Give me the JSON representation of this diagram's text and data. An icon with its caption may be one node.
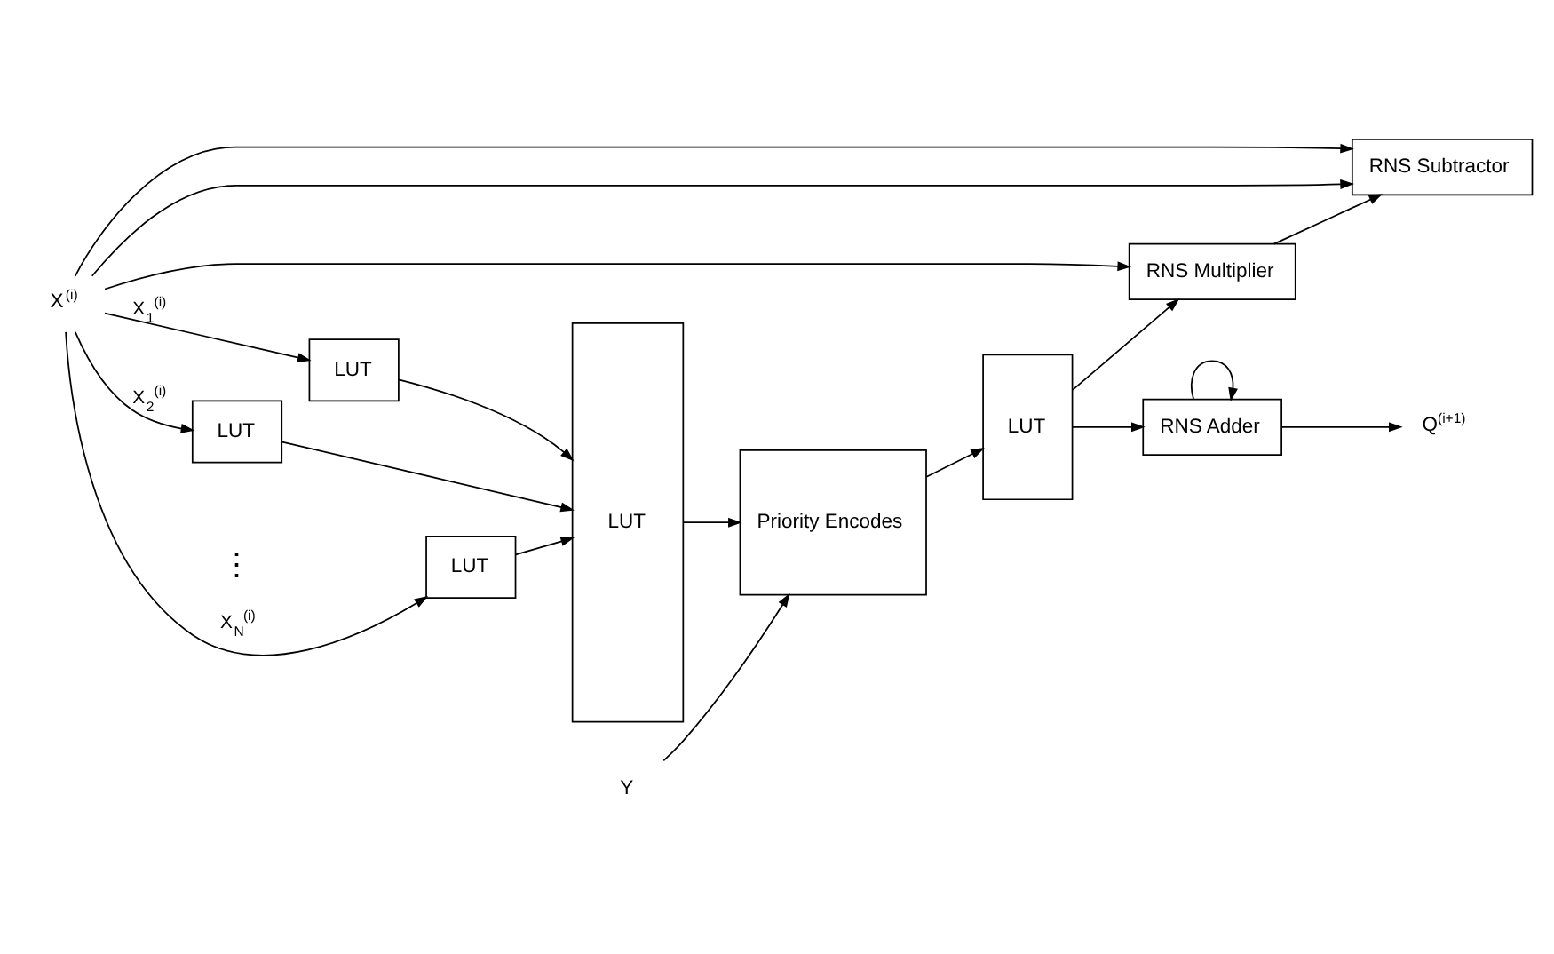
{
  "diagram": {
    "nodes": [
      {
        "text": [
          "X$^{(i)}$"
        ]
      },
      {
        "text": [
          "LUT"
        ]
      },
      {
        "text": [
          "LUT"
        ]
      },
      {
        "text": [
          "LUT"
        ]
      },
      {
        "text": [
          "LUT"
        ]
      },
      {
        "text": [
          "Y"
        ]
      },
      {
        "text": [
          "Priority Encodes"
        ]
      },
      {
        "text": [
          "LUT"
        ]
      },
      {
        "text": [
          "RNS Multiplier"
        ]
      },
      {
        "text": [
          "RNS Subtractor"
        ]
      },
      {
        "text": [
          "RNS Adder"
        ]
      },
      {
        "text": [
          "Q$^{(i+1)}$"
        ]
      }
    ],
    "edges": [
      {
        "from": 0,
        "to": 1,
        "arrow": "to",
        "label": "X$_{1}$$^{(i)}$"
      },
      {
        "from": 0,
        "to": 2,
        "arrow": "to",
        "label": "X$_{2}$$^{(i)}$"
      },
      {
        "from": 0,
        "to": 3,
        "arrow": "to",
        "label": "X$_{N}$$^{(i)}$"
      },
      {
        "from": 1,
        "to": 4,
        "arrow": "to"
      },
      {
        "from": 2,
        "to": 4,
        "arrow": "to"
      },
      {
        "from": 3,
        "to": 4,
        "arrow": "to"
      },
      {
        "from": 4,
        "to": 6,
        "arrow": "to"
      },
      {
        "from": 5,
        "to": 6,
        "arrow": "to"
      },
      {
        "from": 6,
        "to": 7,
        "arrow": "to"
      },
      {
        "from": 7,
        "to": 8,
        "arrow": "to"
      },
      {
        "from": 7,
        "to": 10,
        "arrow": "to"
      },
      {
        "from": 0,
        "to": 8,
        "arrow": "to"
      },
      {
        "from": 0,
        "to": 9,
        "arrow": "to"
      },
      {
        "from": 0,
        "to": 9,
        "arrow": "to"
      },
      {
        "from": 8,
        "to": 9,
        "arrow": "to"
      },
      {
        "from": 10,
        "to": 11,
        "arrow": "to"
      },
      {
        "from": 10,
        "to": 10,
        "arrow": "to"
      }
    ],
    "labels": [
      "⋮"
    ]
  }
}
